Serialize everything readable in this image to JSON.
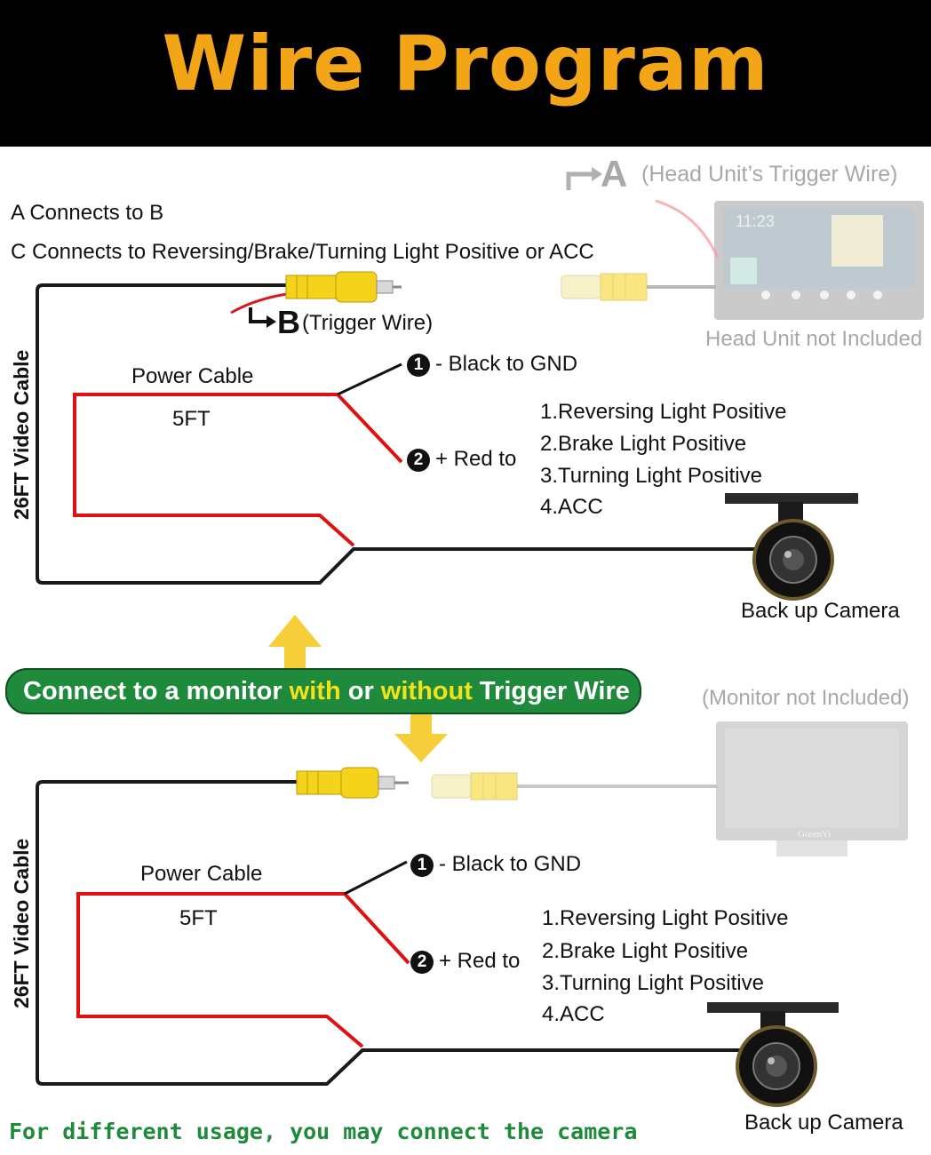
{
  "header": {
    "title": "Wire Program"
  },
  "top": {
    "line_a": "A Connects to B",
    "line_c": "C Connects to Reversing/Brake/Turning Light Positive or ACC",
    "a_letter": "A",
    "a_label": "(Head Unit’s Trigger Wire)",
    "b_letter": "B",
    "b_label": "(Trigger Wire)",
    "head_unit_note": "Head Unit not Included",
    "head_unit_clock": "11:23",
    "video_cable": "26FT Video Cable",
    "power_cable": "Power Cable",
    "length": "5FT",
    "num1": "1",
    "black_to_gnd": "- Black to GND",
    "num2": "2",
    "red_to": "+ Red to",
    "options": [
      "1.Reversing Light Positive",
      "2.Brake Light Positive",
      "3.Turning Light Positive",
      "4.ACC"
    ],
    "camera_label": "Back up Camera"
  },
  "banner": {
    "part1": "Connect to a monitor ",
    "with": "with",
    "or": " or ",
    "without": "without",
    "part2": " Trigger Wire"
  },
  "bottom": {
    "monitor_note": "(Monitor not Included)",
    "monitor_brand": "GreenYi",
    "video_cable": "26FT Video Cable",
    "power_cable": "Power Cable",
    "length": "5FT",
    "num1": "1",
    "black_to_gnd": "- Black to GND",
    "num2": "2",
    "red_to": "+ Red to",
    "options": [
      "1.Reversing Light Positive",
      "2.Brake Light Positive",
      "3.Turning Light Positive",
      "4.ACC"
    ],
    "camera_label": "Back up Camera"
  },
  "footer": {
    "text": "For different usage, you may connect the camera"
  },
  "colors": {
    "header_bg": "#000000",
    "title": "#f2a516",
    "banner_bg": "#1f8a3c",
    "highlight": "#f2e21a",
    "power_red": "#e01010",
    "rca_yellow": "#f5d31a",
    "arrow_gold": "#f5c518"
  },
  "icons": [
    "rca-plug-yellow-icon",
    "rca-socket-icon",
    "head-unit-icon",
    "monitor-icon",
    "backup-camera-icon",
    "up-arrow-icon",
    "down-arrow-icon",
    "corner-arrow-icon"
  ]
}
